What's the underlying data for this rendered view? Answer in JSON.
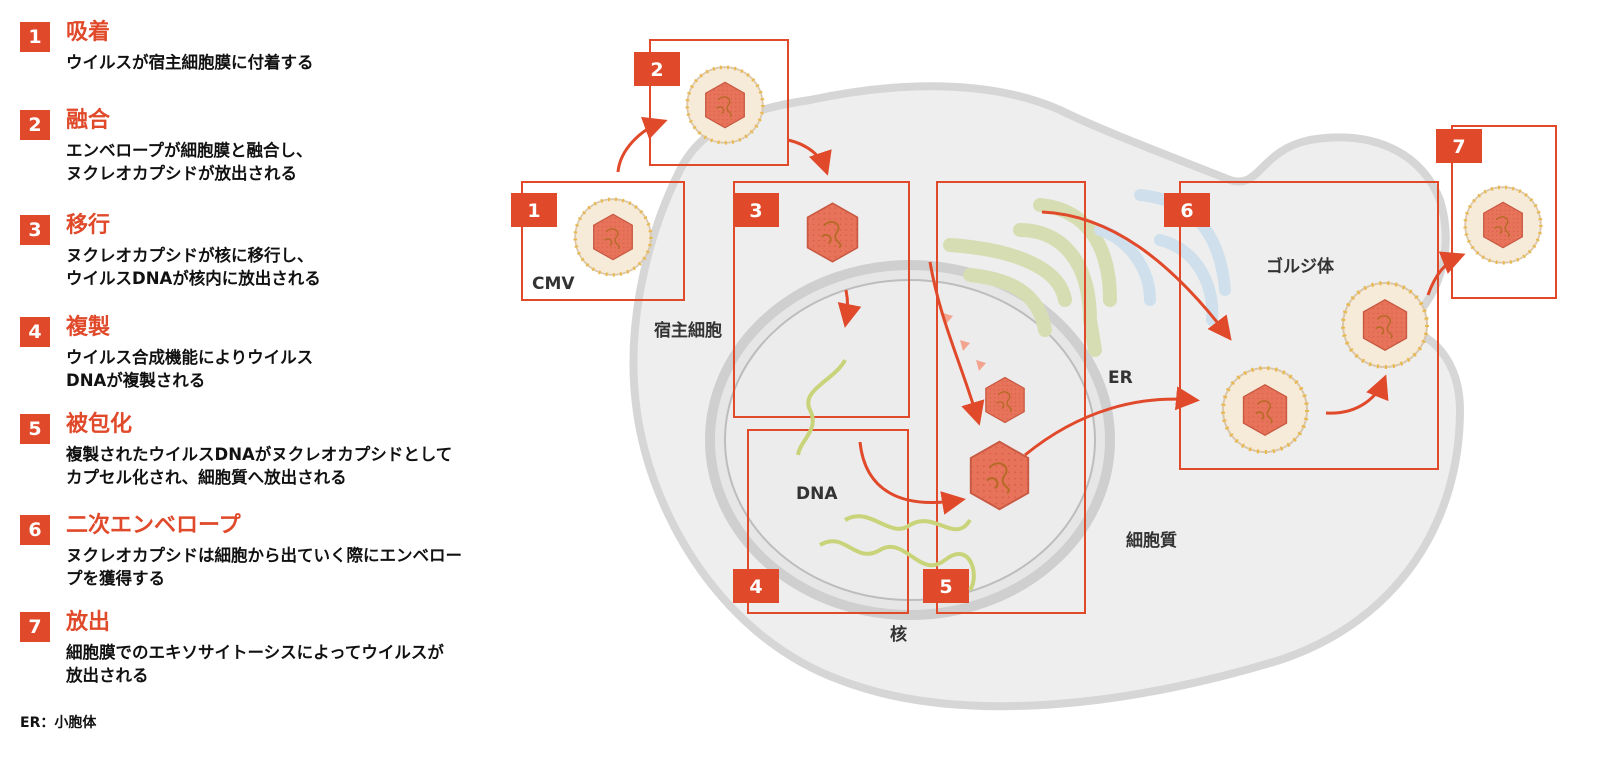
{
  "steps": [
    {
      "num": "1",
      "title": "吸着",
      "desc": "ウイルスが宿主細胞膜に付着する"
    },
    {
      "num": "2",
      "title": "融合",
      "desc": "エンベロープが細胞膜と融合し、\nヌクレオカプシドが放出される"
    },
    {
      "num": "3",
      "title": "移行",
      "desc": "ヌクレオカプシドが核に移行し、\nウイルスDNAが核内に放出される"
    },
    {
      "num": "4",
      "title": "複製",
      "desc": "ウイルス合成機能によりウイルス\nDNAが複製される"
    },
    {
      "num": "5",
      "title": "被包化",
      "desc": "複製されたウイルスDNAがヌクレオカプシドとして\nカプセル化され、細胞質へ放出される"
    },
    {
      "num": "6",
      "title": "二次エンベロープ",
      "desc": "ヌクレオカプシドは細胞から出ていく際にエンベロー\nプを獲得する"
    },
    {
      "num": "7",
      "title": "放出",
      "desc": "細胞膜でのエキソサイトーシスによってウイルスが\n放出される"
    }
  ],
  "footnote": "ER：小胞体",
  "diagram": {
    "box_numbers": [
      "1",
      "2",
      "3",
      "4",
      "5",
      "6",
      "7"
    ],
    "labels": {
      "cmv": "CMV",
      "host_cell": "宿主細胞",
      "dna": "DNA",
      "nucleus": "核",
      "er": "ER",
      "golgi": "ゴルジ体",
      "cytoplasm": "細胞質"
    }
  },
  "colors": {
    "accent": "#e0492a",
    "capsid": "#e8735b",
    "envelope": "#f0c14a",
    "er": "#d6ddb0",
    "golgi": "#cfe0ec",
    "cell": "#ececec"
  }
}
